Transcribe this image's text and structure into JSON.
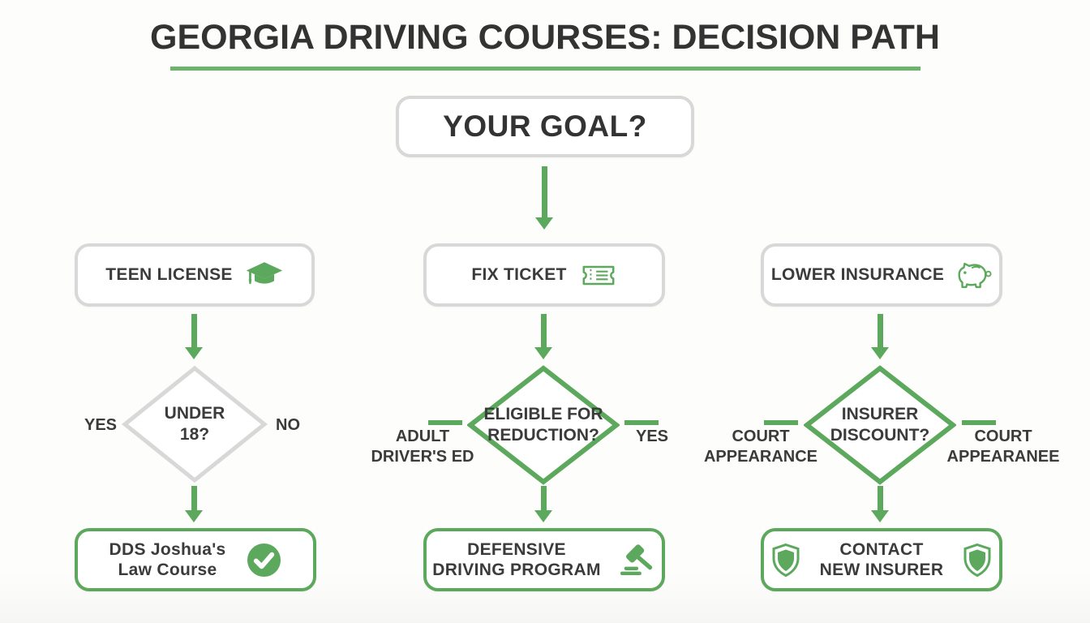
{
  "title": {
    "text": "GEORGIA DRIVING COURSES: DECISION PATH"
  },
  "root_node": {
    "label": "YOUR GOAL?"
  },
  "columns": [
    {
      "goal": {
        "label": "TEEN LICENSE",
        "icon": "graduation-cap-icon"
      },
      "decision": {
        "lines": [
          "UNDER",
          "18?"
        ],
        "border": "gray",
        "left_label": {
          "lines": [
            "YES"
          ]
        },
        "right_label": {
          "lines": [
            "NO"
          ]
        }
      },
      "result": {
        "lines": [
          "DDS Joshua's",
          "Law Course"
        ],
        "icon": "check-circle-icon"
      }
    },
    {
      "goal": {
        "label": "FIX TICKET",
        "icon": "ticket-icon"
      },
      "decision": {
        "lines": [
          "ELIGIBLE FOR",
          "REDUCTION?"
        ],
        "border": "green",
        "left_label": {
          "lines": [
            "ADULT",
            "DRIVER'S ED"
          ]
        },
        "right_label": {
          "lines": [
            "YES"
          ]
        }
      },
      "result": {
        "lines": [
          "DEFENSIVE",
          "DRIVING PROGRAM"
        ],
        "icon": "gavel-icon"
      }
    },
    {
      "goal": {
        "label": "LOWER INSURANCE",
        "icon": "piggy-bank-icon"
      },
      "decision": {
        "lines": [
          "INSURER",
          "DISCOUNT?"
        ],
        "border": "green",
        "left_label": {
          "lines": [
            "COURT",
            "APPEARANCE"
          ]
        },
        "right_label": {
          "lines": [
            "COURT",
            "APPEARANEE"
          ]
        }
      },
      "result": {
        "lines": [
          "CONTACT",
          "NEW INSURER"
        ],
        "icon_left": "shield-icon",
        "icon_right": "shield-icon"
      }
    }
  ],
  "colors": {
    "green": "#5CA85C",
    "green_underline": "#6CB36C",
    "gray_border": "#D8D8D8",
    "text_dark": "#3B3B3B",
    "background": "#FCFCFA"
  }
}
